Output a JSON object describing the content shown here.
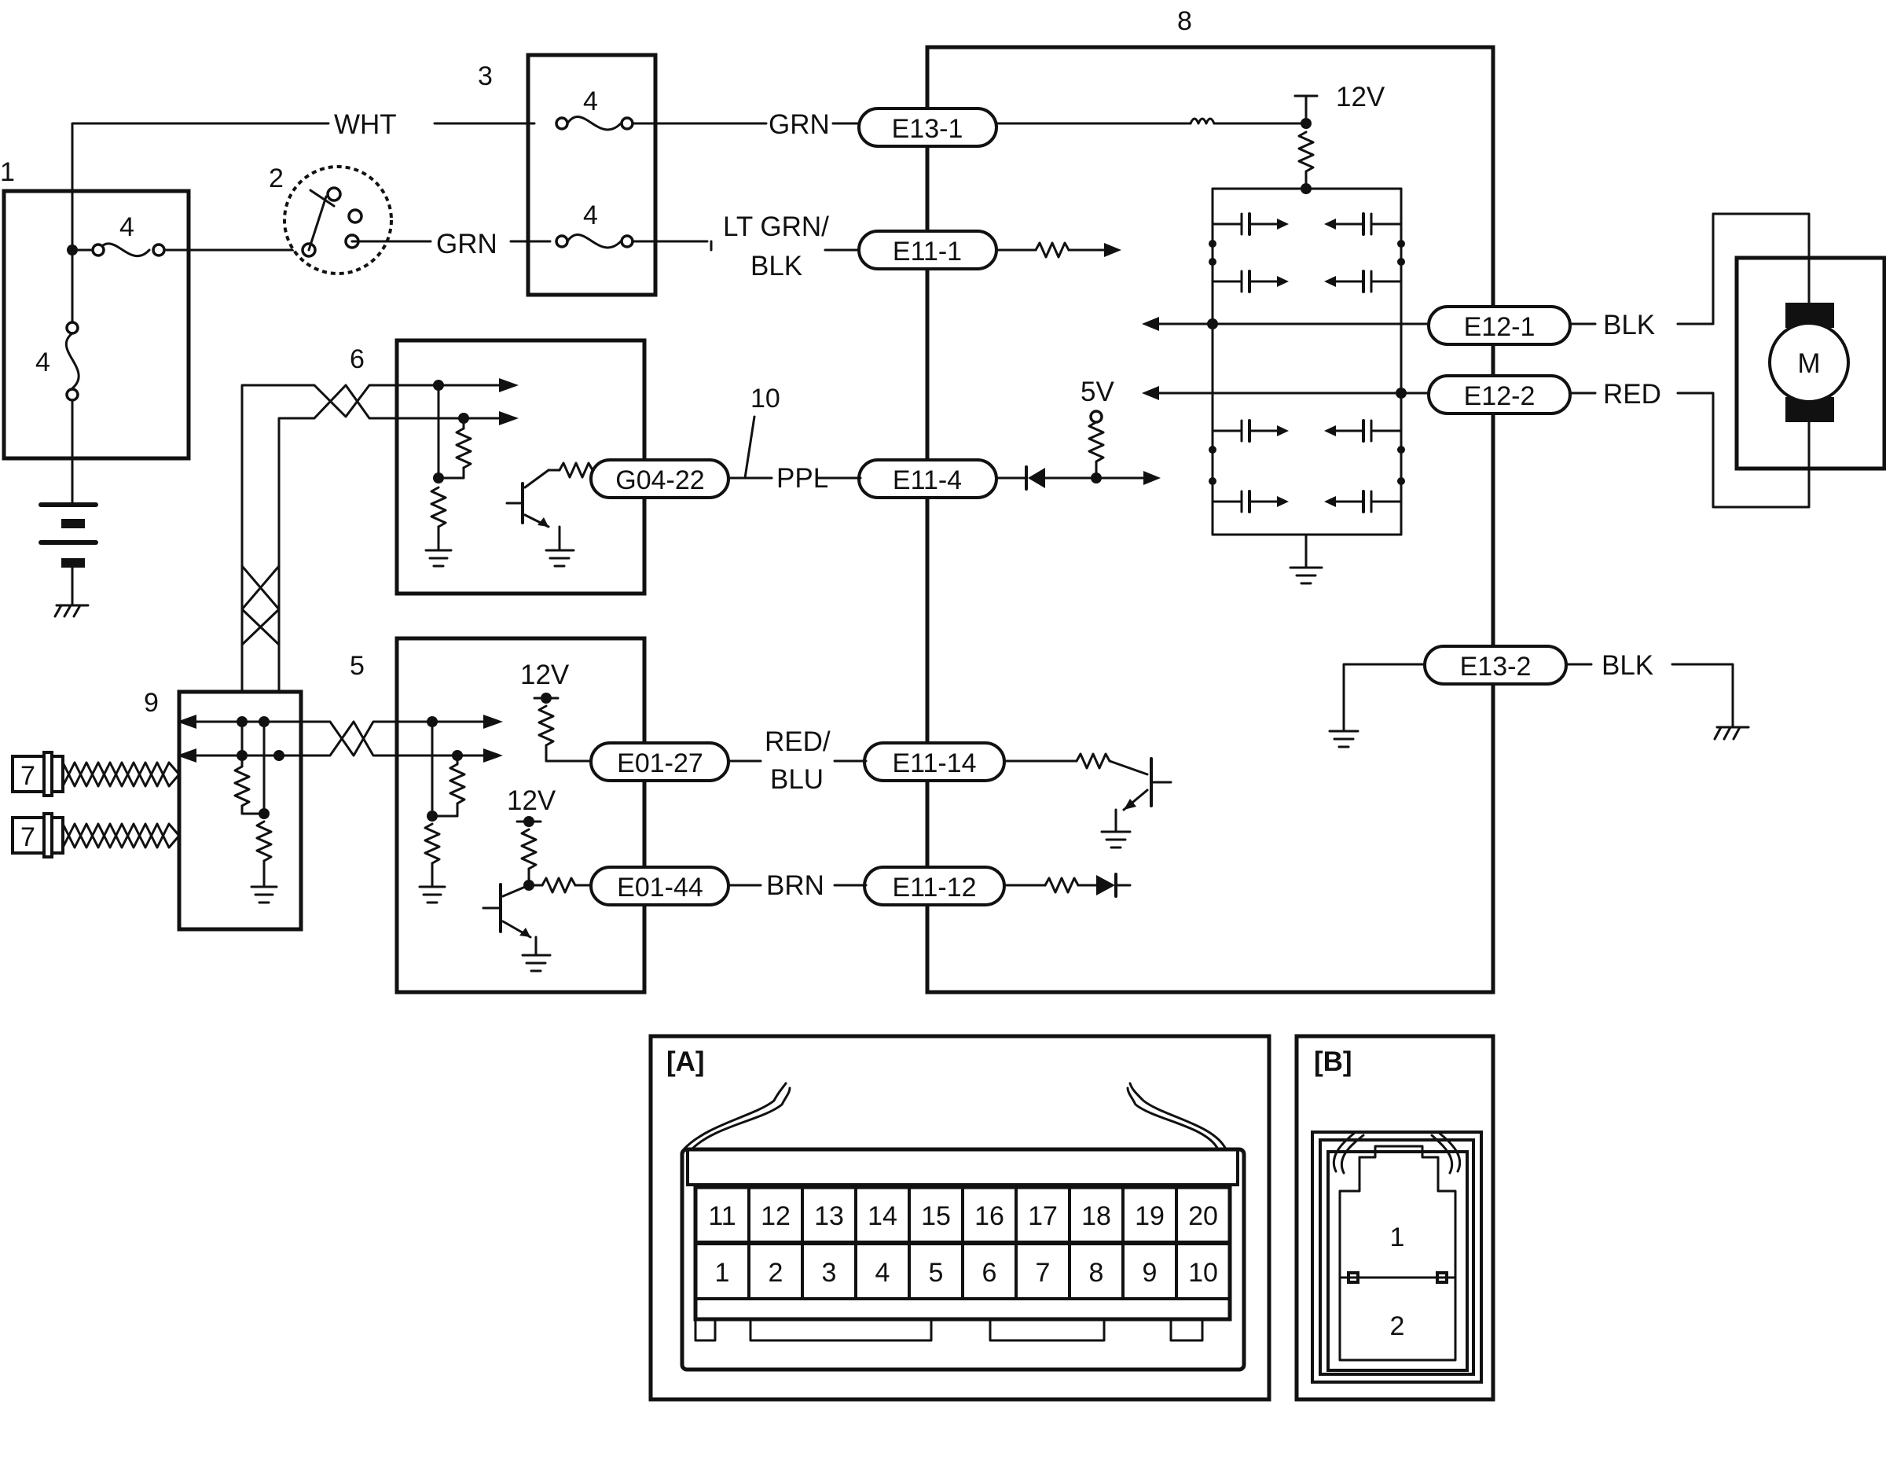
{
  "callouts": {
    "c1": "1",
    "c2": "2",
    "c3": "3",
    "c4_top": "4",
    "c4_mid": "4",
    "c4_left_h": "4",
    "c4_left_v": "4",
    "c5": "5",
    "c6": "6",
    "c7a": "7",
    "c7b": "7",
    "c8": "8",
    "c9": "9",
    "c10": "10"
  },
  "wires": {
    "wht": "WHT",
    "grn_top": "GRN",
    "grn_switch": "GRN",
    "lt_grn_1": "LT GRN/",
    "lt_grn_2": "BLK",
    "ppl": "PPL",
    "red_blu_1": "RED/",
    "red_blu_2": "BLU",
    "brn": "BRN",
    "blk_e12_1": "BLK",
    "red_e12_2": "RED",
    "blk_e13_2": "BLK"
  },
  "voltages": {
    "v12_top": "12V",
    "v5": "5V",
    "v12_e01_27": "12V",
    "v12_e01_44": "12V"
  },
  "connectors": {
    "e13_1": "E13-1",
    "e11_1": "E11-1",
    "e12_1": "E12-1",
    "e12_2": "E12-2",
    "e11_4": "E11-4",
    "g04_22": "G04-22",
    "e13_2": "E13-2",
    "e01_27": "E01-27",
    "e11_14": "E11-14",
    "e01_44": "E01-44",
    "e11_12": "E11-12"
  },
  "motor": "M",
  "view_a": {
    "label": "[A]",
    "top_row": [
      "11",
      "12",
      "13",
      "14",
      "15",
      "16",
      "17",
      "18",
      "19",
      "20"
    ],
    "bottom_row": [
      "1",
      "2",
      "3",
      "4",
      "5",
      "6",
      "7",
      "8",
      "9",
      "10"
    ]
  },
  "view_b": {
    "label": "[B]",
    "pins": [
      "1",
      "2"
    ]
  }
}
